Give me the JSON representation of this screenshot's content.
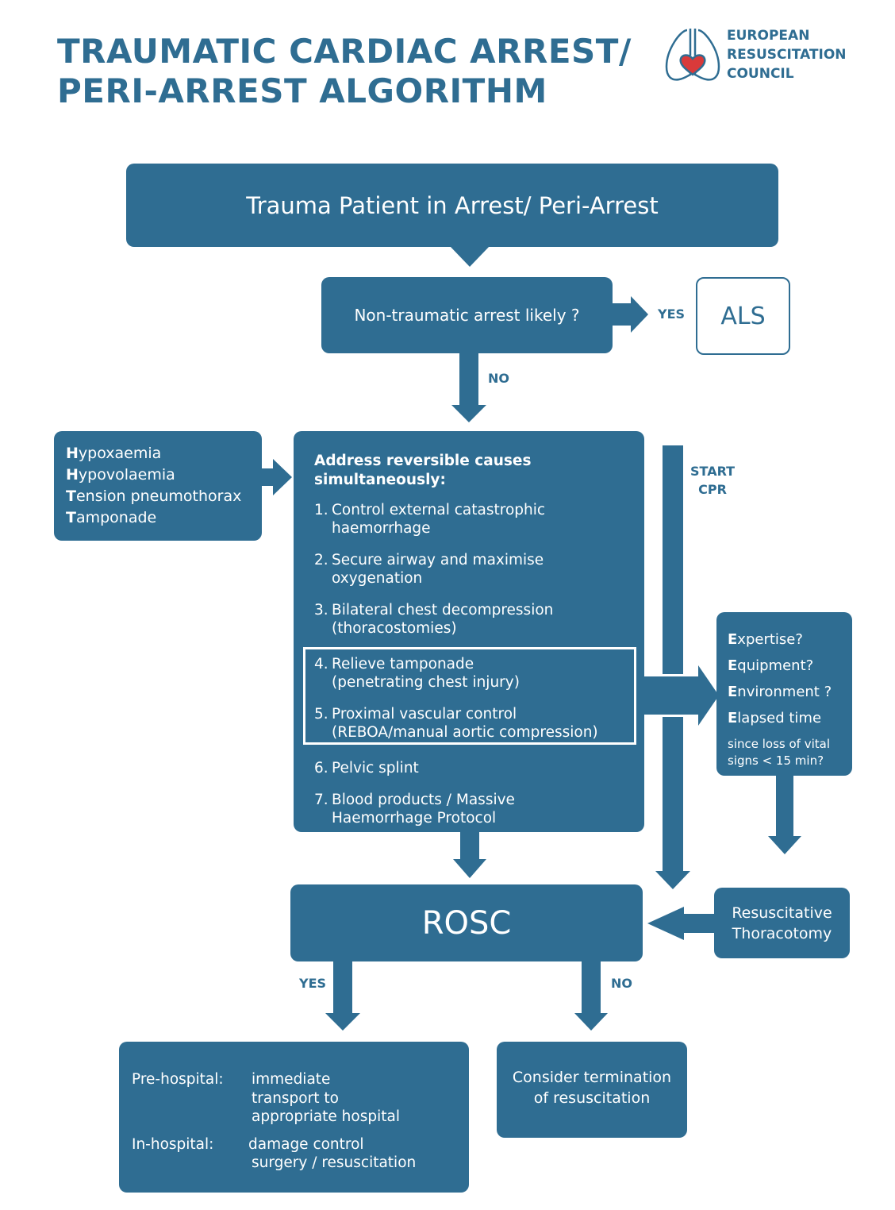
{
  "header": {
    "title_lines": [
      "TRAUMATIC CARDIAC ARREST/",
      "PERI-ARREST ALGORITHM"
    ],
    "logo": {
      "icon": "lungs-heart-icon",
      "lines": [
        "EUROPEAN",
        "RESUSCITATION",
        "COUNCIL"
      ]
    }
  },
  "colors": {
    "primary": "#2f6d92",
    "heart": "#d93a3a",
    "text_on_primary": "#ffffff"
  },
  "flow": {
    "start": "Trauma Patient in Arrest/ Peri-Arrest",
    "decision": "Non-traumatic arrest likely ?",
    "decision_yes_label": "YES",
    "decision_no_label": "NO",
    "als": "ALS",
    "hhtt": [
      {
        "initial": "H",
        "rest": "ypoxaemia"
      },
      {
        "initial": "H",
        "rest": "ypovolaemia"
      },
      {
        "initial": "T",
        "rest": "ension pneumothorax"
      },
      {
        "initial": "T",
        "rest": "amponade"
      }
    ],
    "reversible": {
      "heading_lines": [
        "Address reversible causes",
        "simultaneously:"
      ],
      "items": [
        {
          "num": "1.",
          "lines": [
            "Control external catastrophic",
            "haemorrhage"
          ]
        },
        {
          "num": "2.",
          "lines": [
            "Secure airway and maximise",
            "oxygenation"
          ]
        },
        {
          "num": "3.",
          "lines": [
            "Bilateral chest decompression",
            "(thoracostomies)"
          ]
        },
        {
          "num": "4.",
          "lines": [
            "Relieve tamponade",
            "(penetrating chest injury)"
          ]
        },
        {
          "num": "5.",
          "lines": [
            "Proximal vascular control",
            "(REBOA/manual aortic compression)"
          ]
        },
        {
          "num": "6.",
          "lines": [
            "Pelvic splint"
          ]
        },
        {
          "num": "7.",
          "lines": [
            "Blood products / Massive",
            "Haemorrhage Protocol"
          ]
        }
      ]
    },
    "start_cpr_lines": [
      "START",
      "CPR"
    ],
    "eeee": [
      {
        "initial": "E",
        "rest": "xpertise?"
      },
      {
        "initial": "E",
        "rest": "quipment?"
      },
      {
        "initial": "E",
        "rest": "nvironment ?"
      },
      {
        "initial": "E",
        "rest": "lapsed time"
      }
    ],
    "eeee_sub_lines": [
      "since loss of vital",
      "signs < 15 min?"
    ],
    "thoracotomy_lines": [
      "Resuscitative",
      "Thoracotomy"
    ],
    "rosc": "ROSC",
    "rosc_yes_label": "YES",
    "rosc_no_label": "NO",
    "yes_outcome": {
      "pre_label": "Pre-hospital:",
      "pre_lines": [
        "immediate",
        "transport to",
        "appropriate hospital"
      ],
      "in_label": "In-hospital:",
      "in_lines": [
        "damage control",
        "surgery / resuscitation"
      ]
    },
    "no_outcome_lines": [
      "Consider termination",
      "of resuscitation"
    ]
  }
}
